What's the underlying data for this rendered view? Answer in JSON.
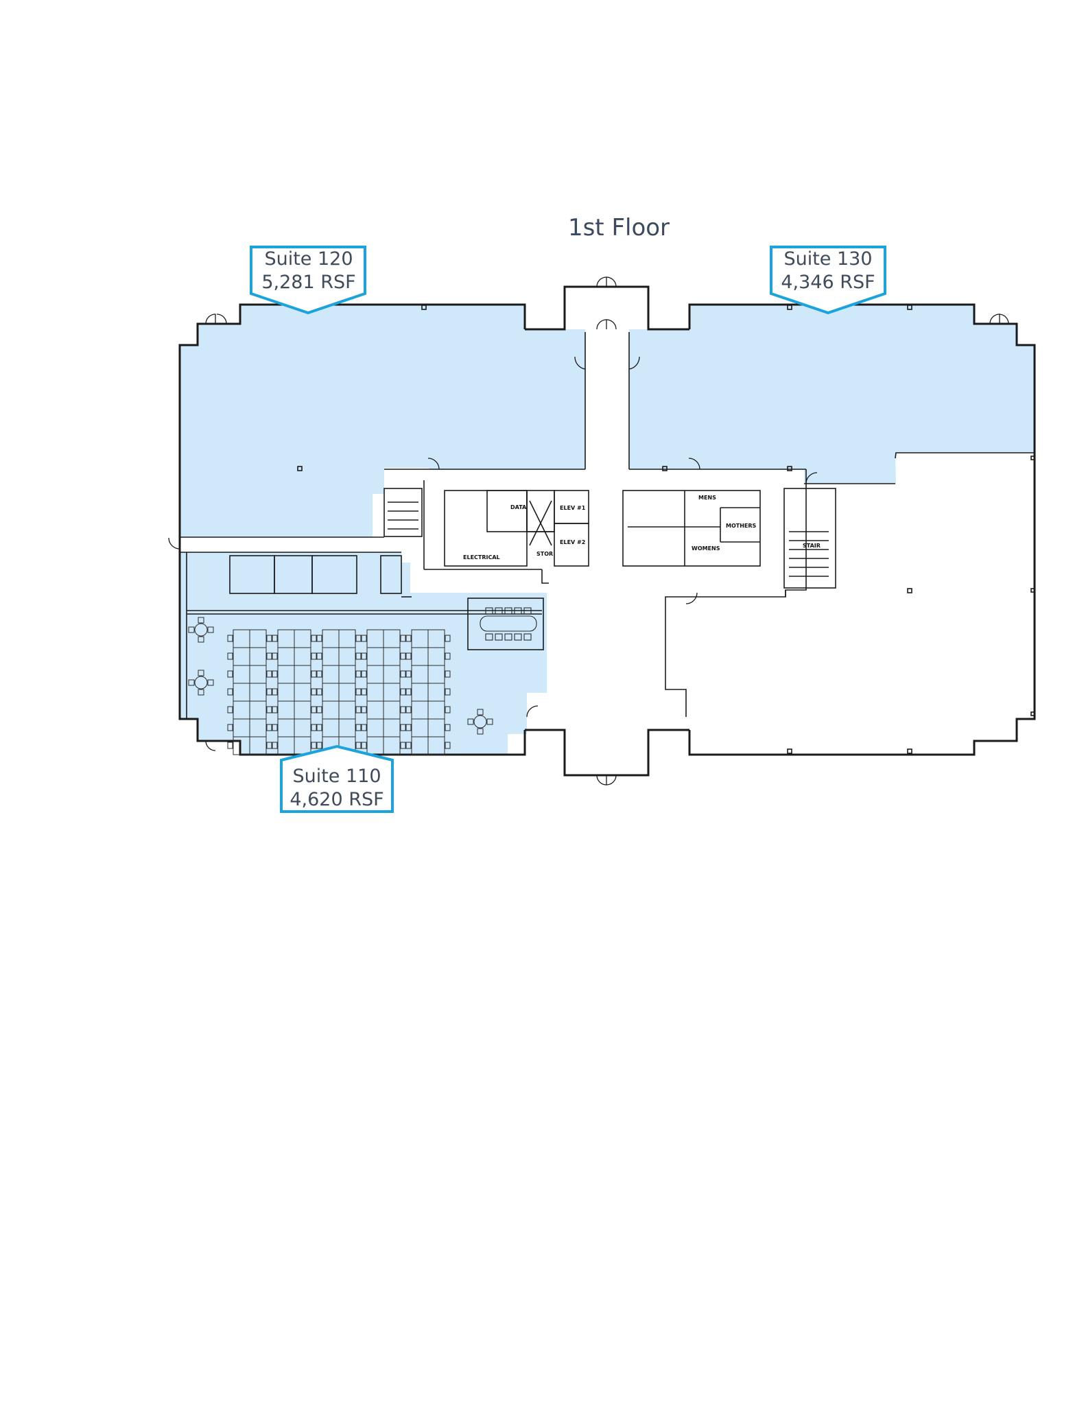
{
  "floor_title": "1st Floor",
  "colors": {
    "suite_fill": "#cfe8fa",
    "callout_stroke": "#1aa3dc",
    "wall": "#1a1a1a",
    "text": "#3f4b5b"
  },
  "suites": [
    {
      "id": "suite-120",
      "name": "Suite 120",
      "area": "5,281 RSF"
    },
    {
      "id": "suite-130",
      "name": "Suite 130",
      "area": "4,346 RSF"
    },
    {
      "id": "suite-110",
      "name": "Suite 110",
      "area": "4,620 RSF"
    }
  ],
  "rooms": {
    "data": "DATA",
    "elev1": "ELEV #1",
    "elev2": "ELEV #2",
    "electrical": "ELECTRICAL",
    "stor": "STOR",
    "mens": "MENS",
    "mothers": "MOTHERS",
    "womens": "WOMENS",
    "stair": "STAIR"
  }
}
